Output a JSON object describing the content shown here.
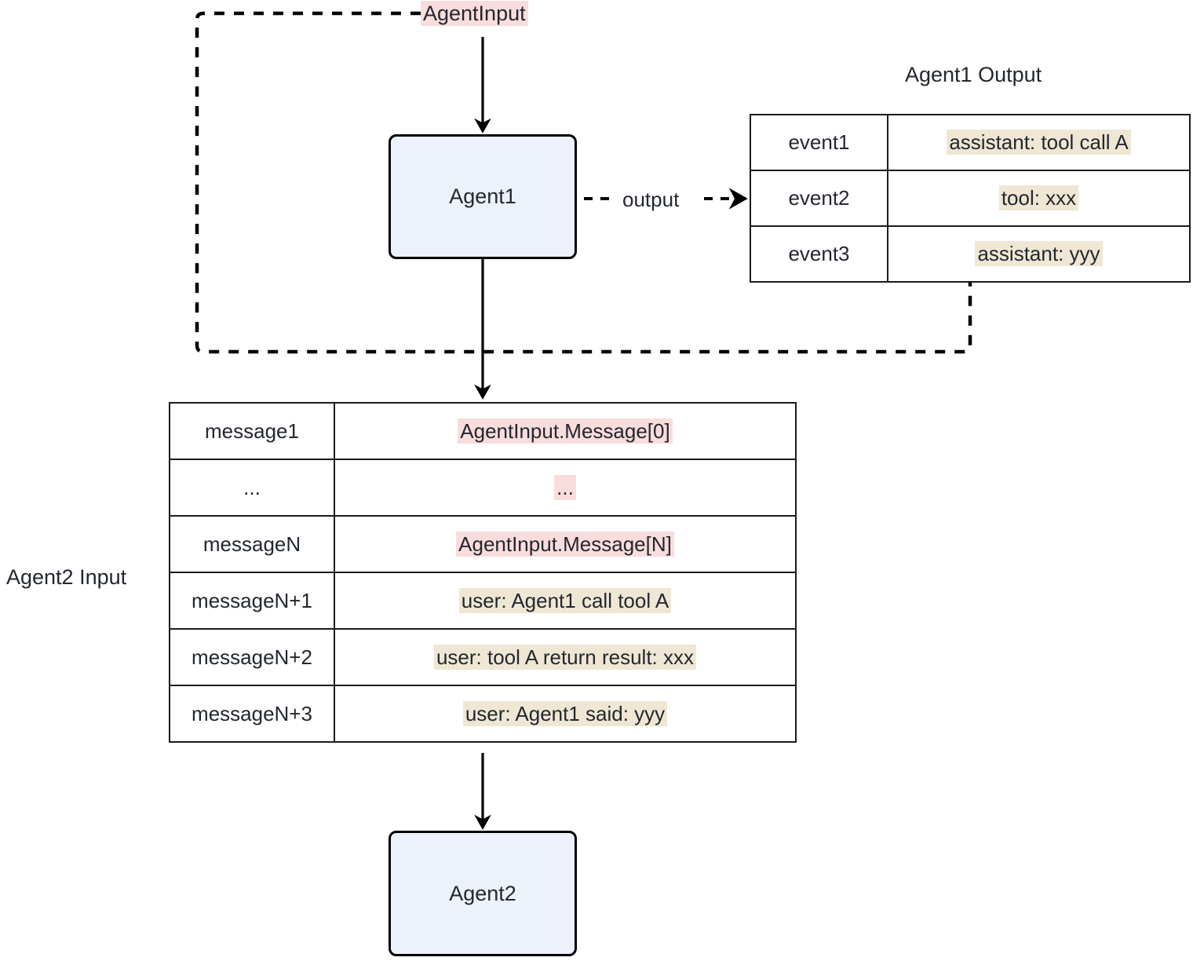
{
  "diagram": {
    "title_agent1_output": "Agent1 Output",
    "label_agent2_input": "Agent2 Input",
    "label_agent_input": "AgentInput",
    "edge_output_label": "output",
    "nodes": {
      "agent1": "Agent1",
      "agent2": "Agent2"
    },
    "colors": {
      "node_fill": "#edf1fc",
      "node_border": "#000000",
      "pink_highlight": "#f9dcdc",
      "beige_highlight": "#efe7d4",
      "text": "#23272f",
      "line": "#1b1b1b"
    }
  },
  "agent1_output_table": {
    "rows": [
      {
        "key": "event1",
        "value": "assistant: tool call A",
        "highlight": "beige"
      },
      {
        "key": "event2",
        "value": "tool: xxx",
        "highlight": "beige"
      },
      {
        "key": "event3",
        "value": "assistant: yyy",
        "highlight": "beige"
      }
    ]
  },
  "agent2_input_table": {
    "rows": [
      {
        "key": "message1",
        "value": "AgentInput.Message[0]",
        "highlight": "pink"
      },
      {
        "key": "...",
        "value": "...",
        "highlight": "pink"
      },
      {
        "key": "messageN",
        "value": "AgentInput.Message[N]",
        "highlight": "pink"
      },
      {
        "key": "messageN+1",
        "value": "user: Agent1 call tool A",
        "highlight": "beige"
      },
      {
        "key": "messageN+2",
        "value": "user: tool A return result: xxx",
        "highlight": "beige"
      },
      {
        "key": "messageN+3",
        "value": "user: Agent1 said: yyy",
        "highlight": "beige"
      }
    ]
  }
}
